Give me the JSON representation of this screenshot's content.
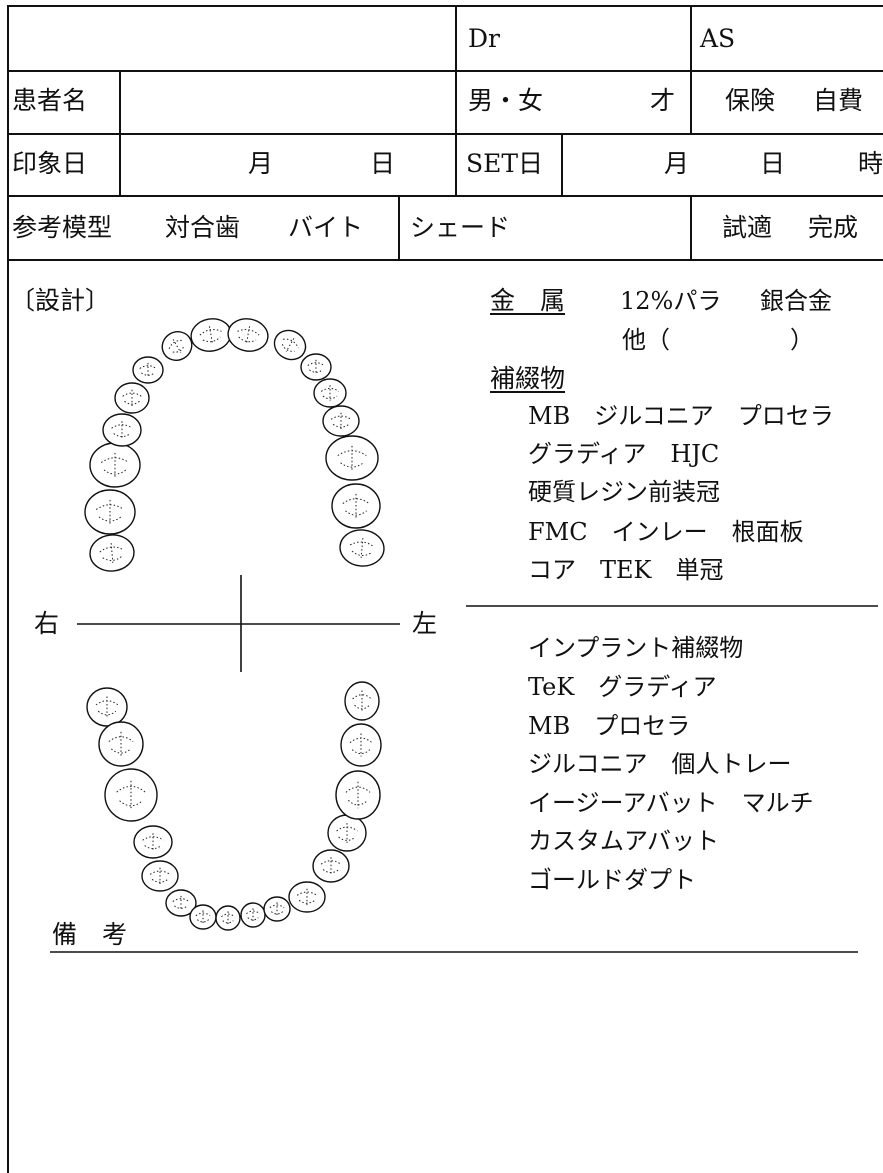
{
  "header": {
    "dr_label": "Dr",
    "as_label": "AS",
    "patient_label": "患者名",
    "sex_label": "男・女",
    "age_label": "才",
    "insurance_label": "保険",
    "private_label": "自費",
    "impression_label": "印象日",
    "month_label": "月",
    "day_label": "日",
    "set_label": "SET日",
    "hour_label": "時",
    "reference_model_label": "参考模型",
    "opposing_label": "対合歯",
    "bite_label": "バイト",
    "shade_label": "シェード",
    "tryin_label": "試適",
    "complete_label": "完成"
  },
  "design": {
    "label": "〔設計〕",
    "right_label": "右",
    "left_label": "左",
    "metal_label": "金　属",
    "metal_pd": "12%パラ",
    "metal_silver": "銀合金",
    "metal_other": "他（　　　　　）",
    "prosthesis_label": "補綴物",
    "prosthesis_lines": [
      "MB　ジルコニア　プロセラ",
      "グラディア　HJC",
      "硬質レジン前装冠",
      "FMC　インレー　根面板",
      "コア　TEK　単冠"
    ],
    "implant_lines": [
      "インプラント補綴物",
      "TeK　グラディア",
      "MB　プロセラ",
      "ジルコニア　個人トレー",
      "イージーアバット　マルチ",
      "カスタムアバット",
      "ゴールドダプト"
    ]
  },
  "remarks": {
    "label": "備　考"
  }
}
